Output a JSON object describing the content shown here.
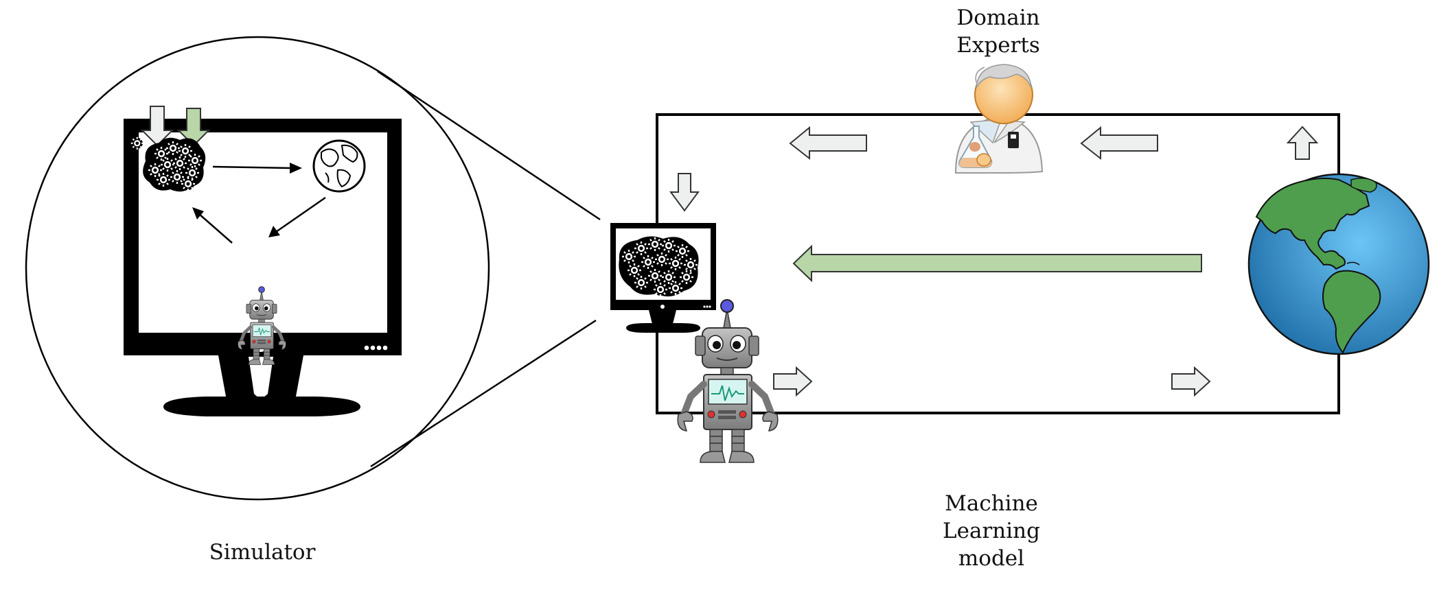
{
  "labels": {
    "simulator": "Simulator",
    "domain_experts": [
      "Domain",
      "Experts"
    ],
    "ml_model": [
      "Machine",
      "Learning",
      "model"
    ]
  },
  "colors": {
    "stroke": "#000000",
    "arrow_fill_light": "#eef0f0",
    "arrow_fill_green": "#b8d6a8",
    "ocean": "#3a9ad4",
    "land": "#4e9e4e",
    "robot_metal": "#9a9a9a",
    "robot_screen": "#d6f5f0",
    "robot_antenna": "#5a5ae0",
    "expert_skin": "#f7c98a",
    "expert_coat": "#f2f2f2"
  },
  "icons": {
    "monitor_large": "monitor-icon",
    "monitor_small": "monitor-icon",
    "gears": "gear-cluster-icon",
    "globe": "globe-icon",
    "robot": "robot-icon",
    "scientist": "scientist-icon",
    "earth": "earth-icon"
  }
}
